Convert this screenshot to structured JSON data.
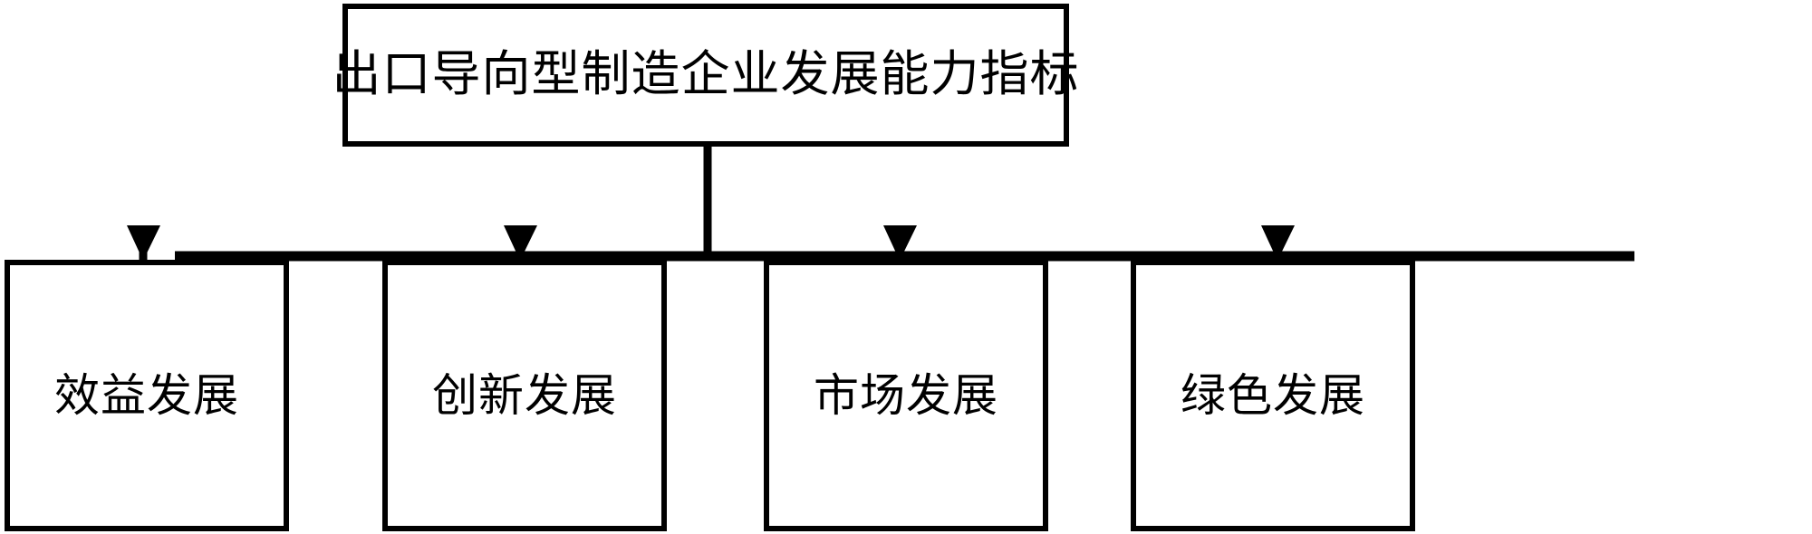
{
  "diagram": {
    "type": "tree",
    "orientation": "top-down",
    "title_text": "出口导向型制造企业发展能力指标",
    "root": {
      "label": "出口导向型制造企业发展能力指标"
    },
    "children": [
      {
        "label": "效益发展"
      },
      {
        "label": "创新发展"
      },
      {
        "label": "市场发展"
      },
      {
        "label": "绿色发展"
      }
    ],
    "style": {
      "line_color": "#000000",
      "box_fill": "#ffffff",
      "box_border_color": "#000000",
      "text_color": "#000000",
      "background": "#ffffff",
      "arrowhead": "filled-triangle-down"
    },
    "edges": [
      {
        "from": "出口导向型制造企业发展能力指标",
        "to": "效益发展"
      },
      {
        "from": "出口导向型制造企业发展能力指标",
        "to": "创新发展"
      },
      {
        "from": "出口导向型制造企业发展能力指标",
        "to": "市场发展"
      },
      {
        "from": "出口导向型制造企业发展能力指标",
        "to": "绿色发展"
      }
    ]
  }
}
